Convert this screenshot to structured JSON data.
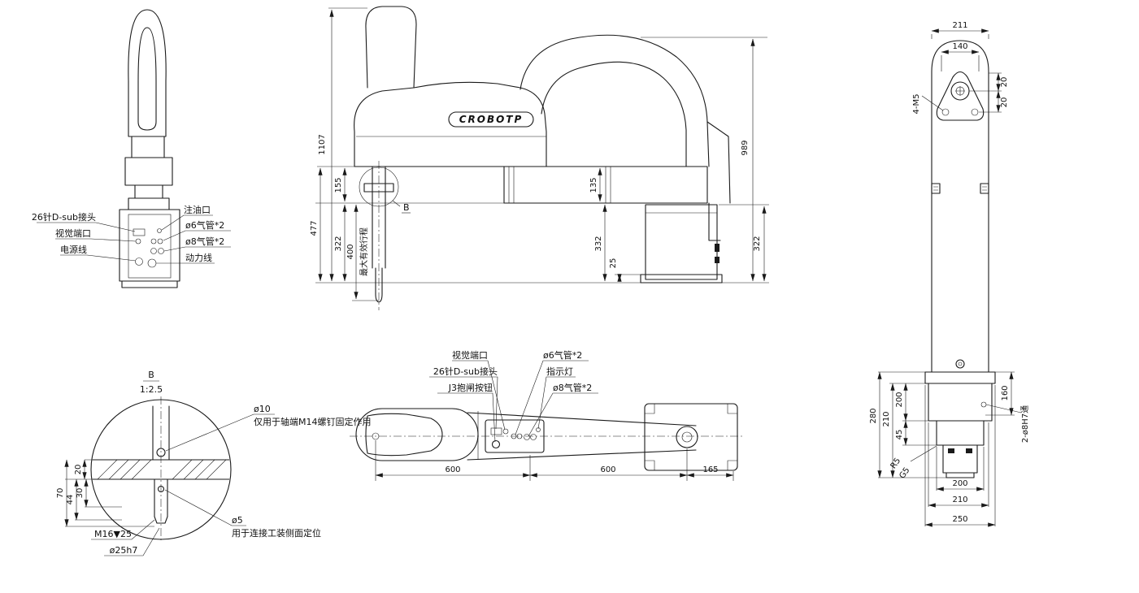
{
  "colors": {
    "ink": "#1a1a1a",
    "paper": "#ffffff"
  },
  "brand": "CROBOTP",
  "front_view": {
    "dsub": "26针D-sub接头",
    "vision": "视觉端口",
    "power": "电源线",
    "oil": "注油口",
    "air6": "ø6气管*2",
    "air8": "ø8气管*2",
    "motor": "动力线"
  },
  "side_view": {
    "h_total": "1107",
    "d155": "155",
    "d477": "477",
    "d322l": "322",
    "d400": "400",
    "stroke_label": "最大有效行程",
    "detail_ref": "B",
    "d135": "135",
    "d332": "332",
    "d25": "25",
    "d989": "989",
    "d322r": "322"
  },
  "rear_view": {
    "d211": "211",
    "d140": "140",
    "d20a": "20",
    "d20b": "20",
    "m5": "4-M5",
    "d280": "280",
    "d210v": "210",
    "d200v": "200",
    "d45": "45",
    "d160": "160",
    "holes": "2-ø8H7通",
    "r5": "R5",
    "g5": "G5",
    "d200b": "200",
    "d210b": "210",
    "d250b": "250"
  },
  "detail_b": {
    "title": "B",
    "scale": "1:2.5",
    "d10": "ø10",
    "d10_note": "仅用于轴端M14螺钉固定作用",
    "d20": "20",
    "d70": "70",
    "d44": "44",
    "d30": "30",
    "m16": "M16▼25",
    "d25h7": "ø25h7",
    "d5": "ø5",
    "d5_note": "用于连接工装侧面定位"
  },
  "top_view": {
    "vision": "视觉端口",
    "dsub": "26针D-sub接头",
    "j3": "J3抱闸按钮",
    "air6": "ø6气管*2",
    "indicator": "指示灯",
    "air8": "ø8气管*2",
    "d600a": "600",
    "d600b": "600",
    "d165": "165"
  }
}
